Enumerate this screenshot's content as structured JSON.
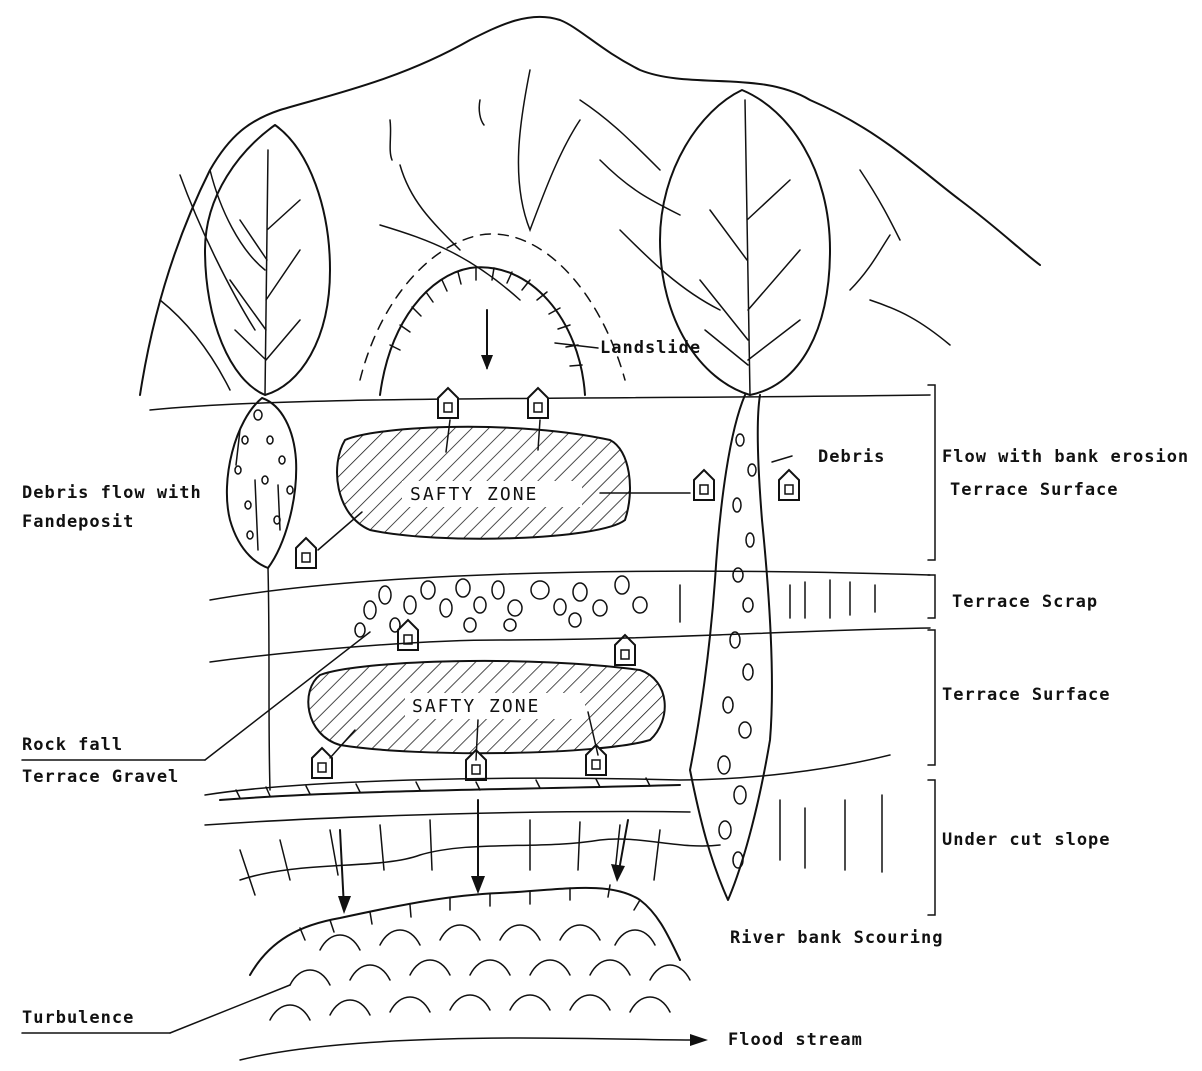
{
  "labels": {
    "landslide": "Landslide",
    "debris": "Debris",
    "flow_bank_erosion": "Flow with bank erosion",
    "terrace_surface_top": "Terrace Surface",
    "debris_flow_line1": "Debris flow with",
    "debris_flow_line2": "Fandeposit",
    "safety_zone_top": "SAFTY ZONE",
    "terrace_scrap": "Terrace Scrap",
    "terrace_surface_mid": "Terrace Surface",
    "safety_zone_bottom": "SAFTY ZONE",
    "rock_fall": "Rock fall",
    "terrace_gravel": "Terrace Gravel",
    "under_cut_slope": "Under cut slope",
    "river_bank_scouring": "River bank Scouring",
    "turbulence": "Turbulence",
    "flood_stream": "Flood stream"
  }
}
